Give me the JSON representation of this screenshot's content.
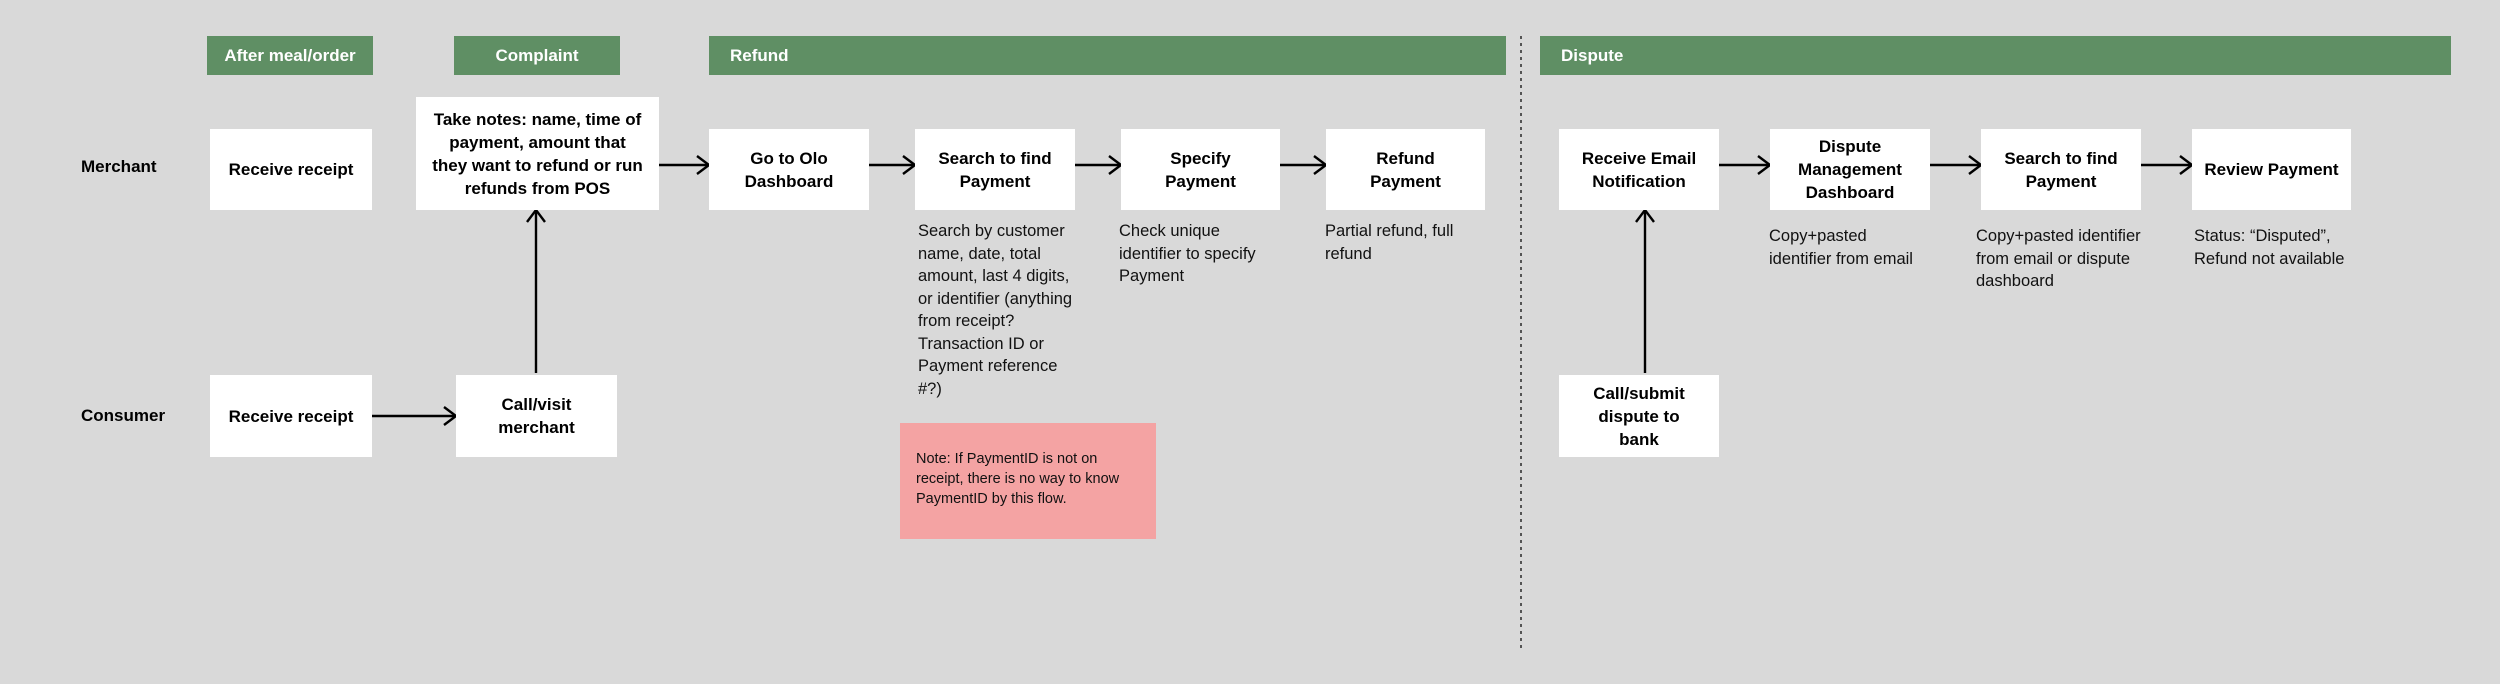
{
  "phases": {
    "after_meal": "After meal/order",
    "complaint": "Complaint",
    "refund": "Refund",
    "dispute": "Dispute"
  },
  "lanes": {
    "merchant": "Merchant",
    "consumer": "Consumer"
  },
  "merchant_steps": {
    "receive_receipt": "Receive receipt",
    "take_notes": "Take notes: name, time of payment, amount that they want to refund or run refunds from POS",
    "go_to_olo": "Go to Olo Dashboard",
    "search_payment": "Search to find Payment",
    "specify_payment": "Specify Payment",
    "refund_payment": "Refund Payment",
    "receive_email": "Receive Email Notification",
    "dispute_dashboard": "Dispute Management Dashboard",
    "search_payment_2": "Search to find Payment",
    "review_payment": "Review Payment"
  },
  "consumer_steps": {
    "receive_receipt": "Receive receipt",
    "call_visit": "Call/visit merchant",
    "call_submit": "Call/submit dispute to bank"
  },
  "notes": {
    "search": "Search by customer name, date, total amount, last 4 digits, or identifier (anything from receipt? Transaction ID or Payment reference #?)",
    "specify": "Check unique identifier to specify Payment",
    "refund": "Partial refund, full refund",
    "dispute_dashboard": "Copy+pasted identifier from email",
    "search_2": "Copy+pasted identifier from email or dispute dashboard",
    "review": "Status: “Disputed”, Refund not available"
  },
  "callout": "Note: If PaymentID is not on receipt, there is no way to know PaymentID by this flow.",
  "colors": {
    "background": "#d9d9d9",
    "phase_header": "#5f8f64",
    "step_box": "#ffffff",
    "callout": "#f4a3a3"
  }
}
